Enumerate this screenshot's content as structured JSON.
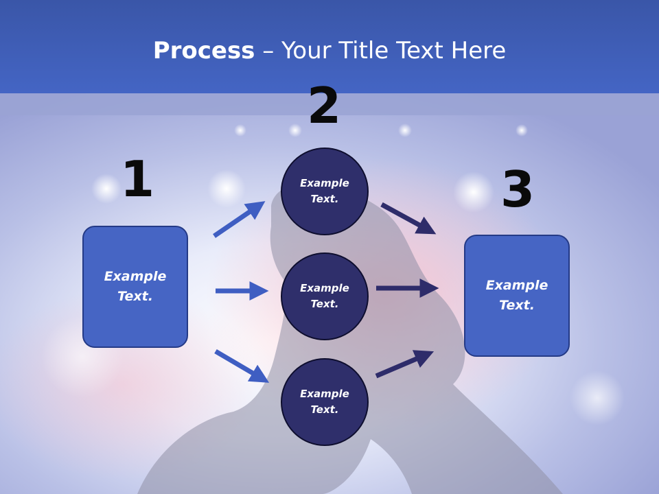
{
  "title": {
    "bold": "Process",
    "rest": " – Your Title Text Here"
  },
  "steps": {
    "n1": "1",
    "n2": "2",
    "n3": "3"
  },
  "boxes": {
    "left": "Example Text.",
    "right": "Example Text."
  },
  "circles": [
    "Example Text.",
    "Example Text.",
    "Example Text."
  ],
  "colors": {
    "header": "#3f5fbf",
    "box": "#4665c4",
    "circle": "#2f2f6b",
    "arrow_light": "#3f5ec2",
    "arrow_dark": "#2e2c6a"
  }
}
